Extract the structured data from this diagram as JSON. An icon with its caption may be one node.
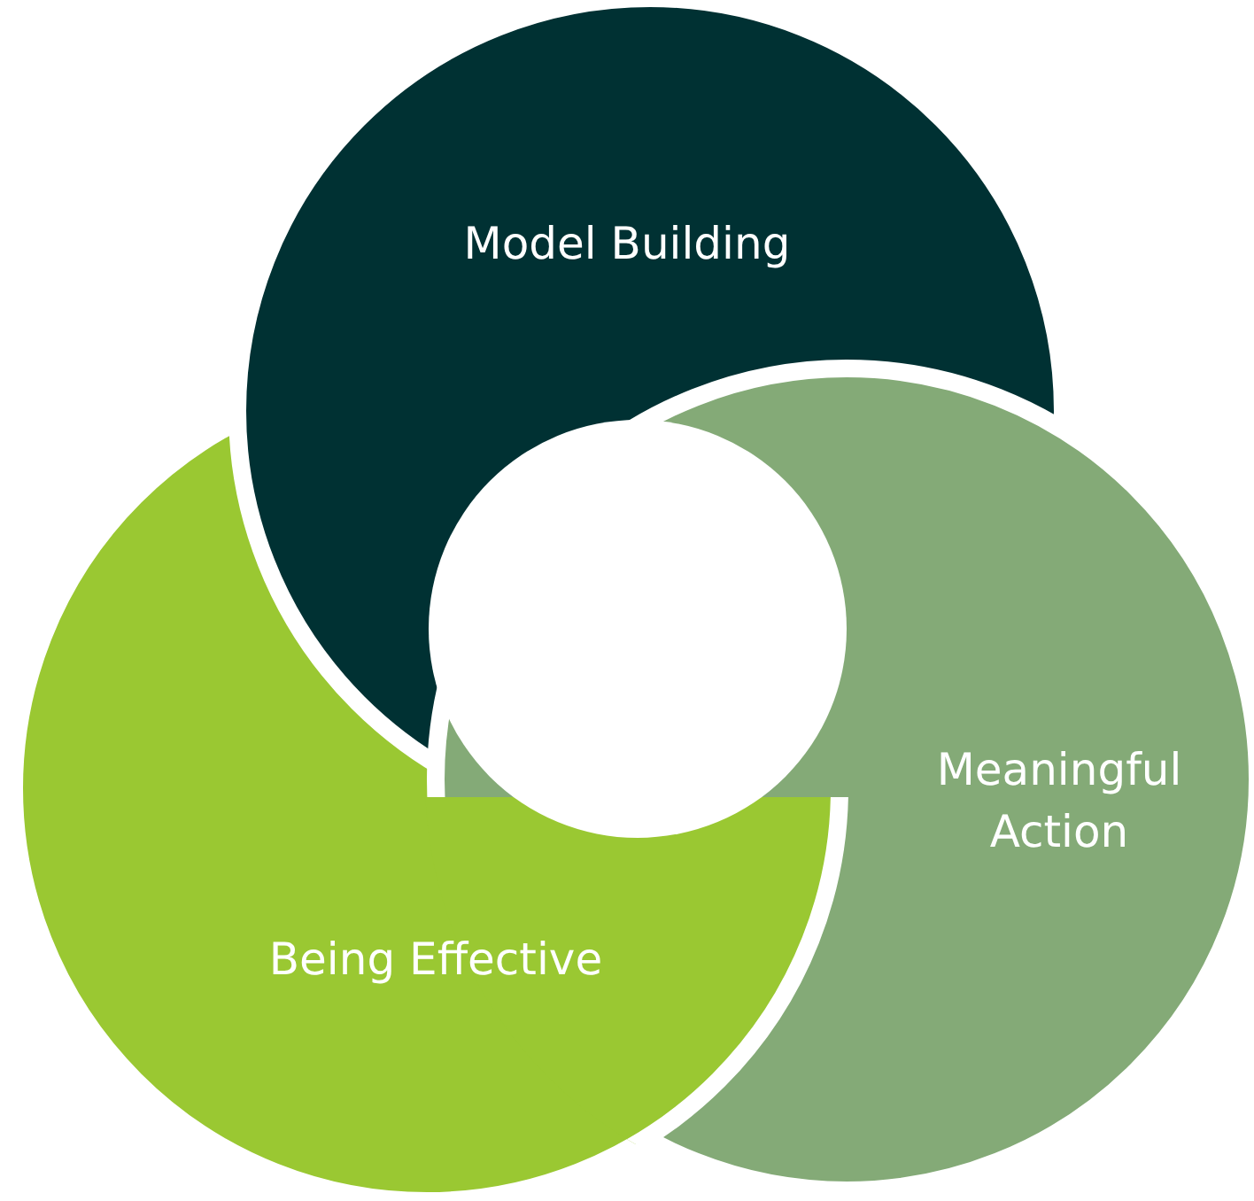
{
  "diagram": {
    "nodes": [
      {
        "text": [
          "Model Building"
        ]
      },
      {
        "text": [
          "Meaningful Action"
        ]
      },
      {
        "text": [
          "Being Effective"
        ]
      }
    ]
  }
}
